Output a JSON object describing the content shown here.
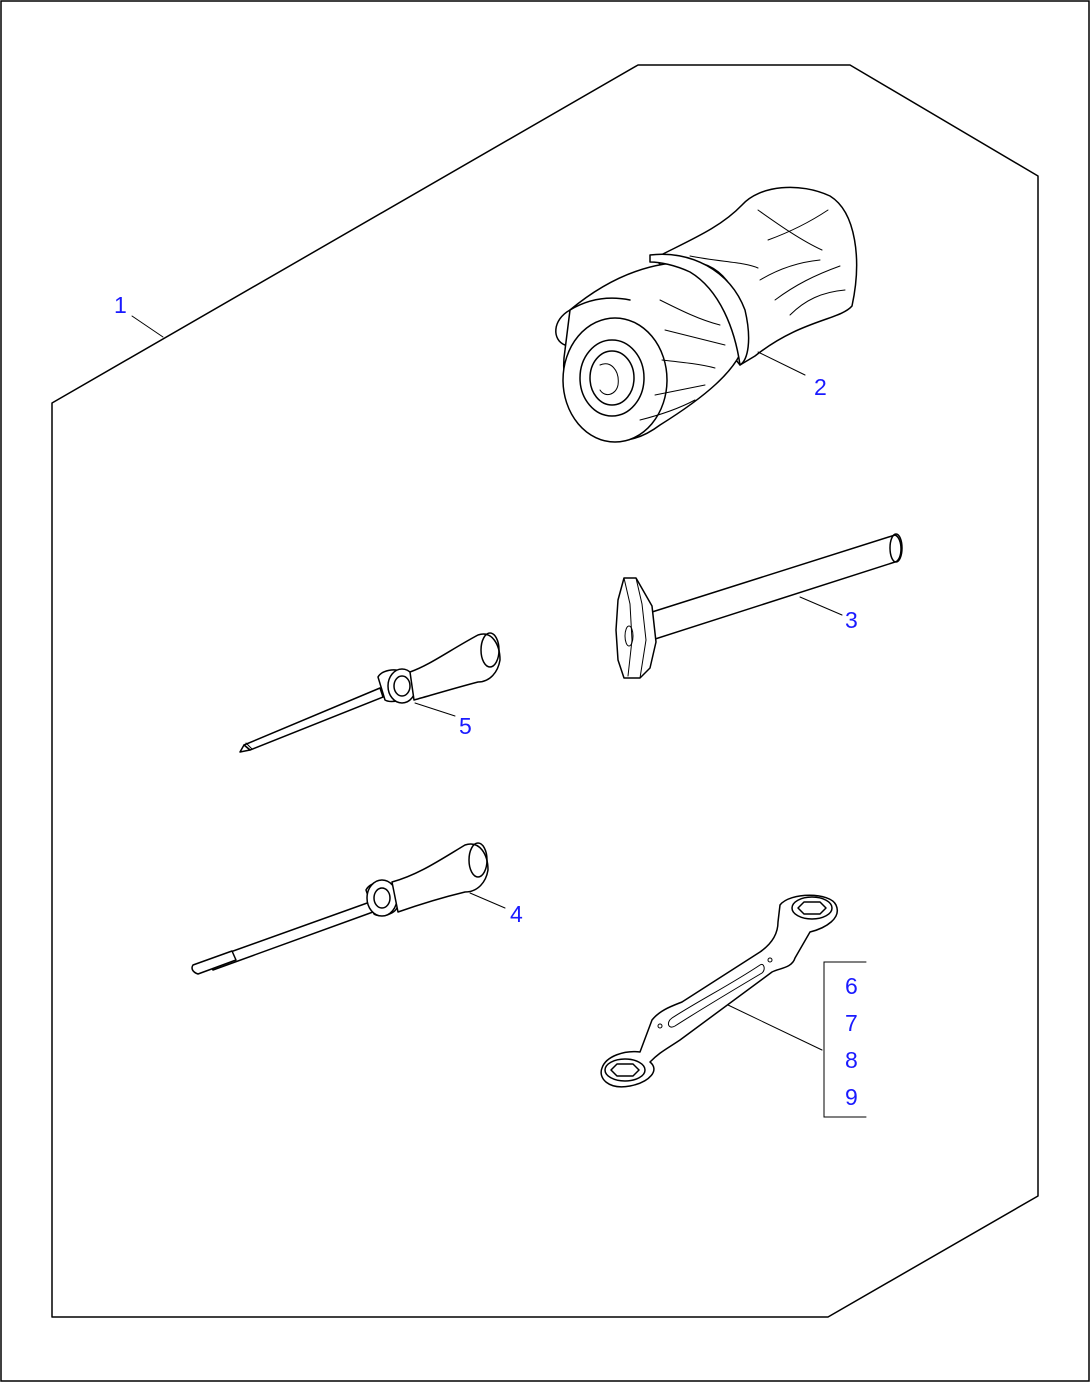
{
  "diagram": {
    "callouts": {
      "kit": "1",
      "tool_bag": "2",
      "hammer": "3",
      "flat_screwdriver": "4",
      "cross_screwdriver": "5",
      "wrench_6": "6",
      "wrench_7": "7",
      "wrench_8": "8",
      "wrench_9": "9"
    },
    "colors": {
      "callout_text": "#1a1aff",
      "lines": "#000000",
      "background": "#ffffff"
    }
  }
}
